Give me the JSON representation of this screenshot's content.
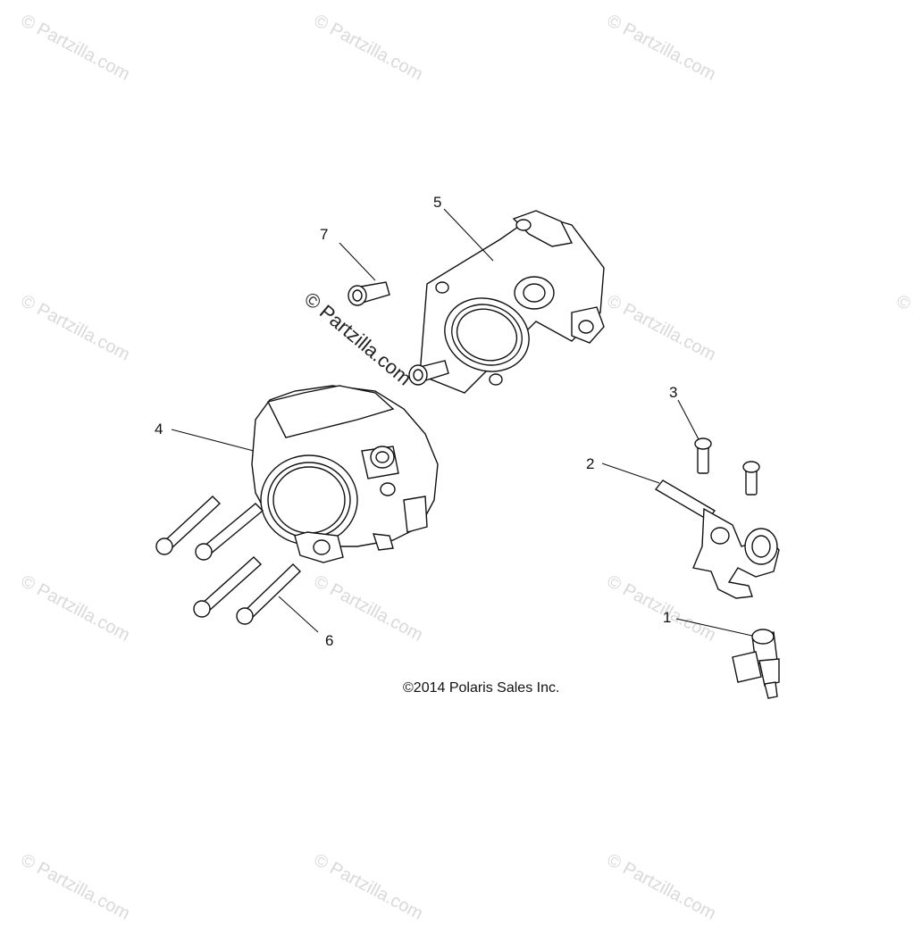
{
  "watermarks": [
    "© Partzilla.com",
    "© Partzilla.com",
    "© Partzilla.com",
    "© Partzilla.com",
    "© Partzilla.com",
    "© Partzilla.com",
    "© Partzilla.com",
    "© Partzilla.com",
    "© Partzilla.com",
    "© Partzilla.com",
    "© Partzilla.com",
    "© Partzilla.com"
  ],
  "center_watermark": "© Partzilla.com",
  "callouts": [
    "1",
    "2",
    "3",
    "4",
    "5",
    "6",
    "7"
  ],
  "copyright": "©2014 Polaris Sales Inc.",
  "colors": {
    "line": "#111111",
    "watermark": "#d9d9d9",
    "background": "#ffffff"
  }
}
